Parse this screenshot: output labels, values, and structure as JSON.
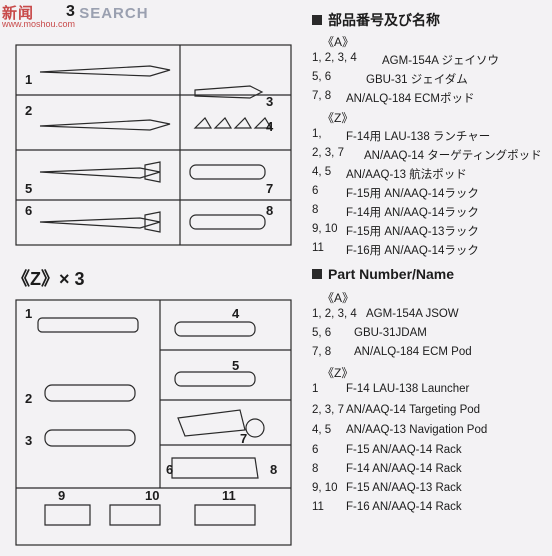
{
  "watermark": {
    "brand_cn": "新闻",
    "brand_en": "SEARCH",
    "site": "www.moshou.com"
  },
  "sprue_a": {
    "count": "3",
    "part_labels": [
      "1",
      "2",
      "3",
      "4",
      "5",
      "6",
      "7",
      "8"
    ]
  },
  "sprue_z": {
    "label": "《Z》× 3",
    "part_labels": [
      "1",
      "2",
      "3",
      "4",
      "5",
      "6",
      "7",
      "8",
      "9",
      "10",
      "11"
    ]
  },
  "jp_section": {
    "title": "部品番号及び名称",
    "group_a": "《A》",
    "items_a": [
      {
        "num": "1, 2, 3, 4",
        "name": "AGM-154A ジェイソウ"
      },
      {
        "num": "5, 6",
        "name": "GBU-31 ジェイダム"
      },
      {
        "num": "7, 8",
        "name": "AN/ALQ-184 ECMポッド"
      }
    ],
    "group_z": "《Z》",
    "items_z": [
      {
        "num": "1,",
        "name": "F-14用 LAU-138 ランチャー"
      },
      {
        "num": "2, 3, 7",
        "name": "AN/AAQ-14 ターゲティングポッド"
      },
      {
        "num": "4, 5",
        "name": "AN/AAQ-13 航法ポッド"
      },
      {
        "num": "6",
        "name": "F-15用 AN/AAQ-14ラック"
      },
      {
        "num": "8",
        "name": "F-14用 AN/AAQ-14ラック"
      },
      {
        "num": "9, 10",
        "name": "F-15用 AN/AAQ-13ラック"
      },
      {
        "num": "11",
        "name": "F-16用 AN/AAQ-14ラック"
      }
    ]
  },
  "en_section": {
    "title": "Part Number/Name",
    "group_a": "《A》",
    "items_a": [
      {
        "num": "1, 2, 3, 4",
        "name": "AGM-154A JSOW"
      },
      {
        "num": "5, 6",
        "name": "GBU-31JDAM"
      },
      {
        "num": "7, 8",
        "name": "AN/ALQ-184 ECM Pod"
      }
    ],
    "group_z": "《Z》",
    "items_z": [
      {
        "num": "1",
        "name": "F-14 LAU-138 Launcher"
      },
      {
        "num": "2, 3, 7",
        "name": "AN/AAQ-14 Targeting Pod"
      },
      {
        "num": "4, 5",
        "name": "AN/AAQ-13 Navigation Pod"
      },
      {
        "num": "6",
        "name": "F-15 AN/AAQ-14 Rack"
      },
      {
        "num": "8",
        "name": "F-14 AN/AAQ-14 Rack"
      },
      {
        "num": "9, 10",
        "name": "F-15 AN/AAQ-13 Rack"
      },
      {
        "num": "11",
        "name": "F-16 AN/AAQ-14 Rack"
      }
    ]
  }
}
